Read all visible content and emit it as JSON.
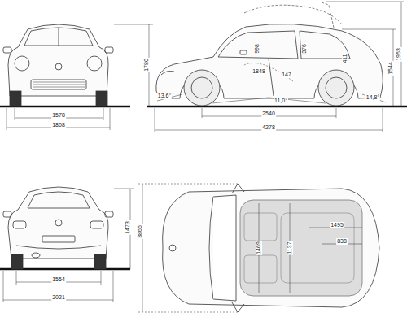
{
  "diagram": {
    "labels": [
      "1578",
      "1808",
      "1780",
      "998",
      "376",
      "1848",
      "147",
      "411",
      "13,6°",
      "11,0°",
      "14,8°",
      "2540",
      "4278",
      "1544",
      "1953",
      "1473",
      "1554",
      "2021",
      "3865",
      "1469",
      "1137",
      "1495",
      "838"
    ]
  }
}
